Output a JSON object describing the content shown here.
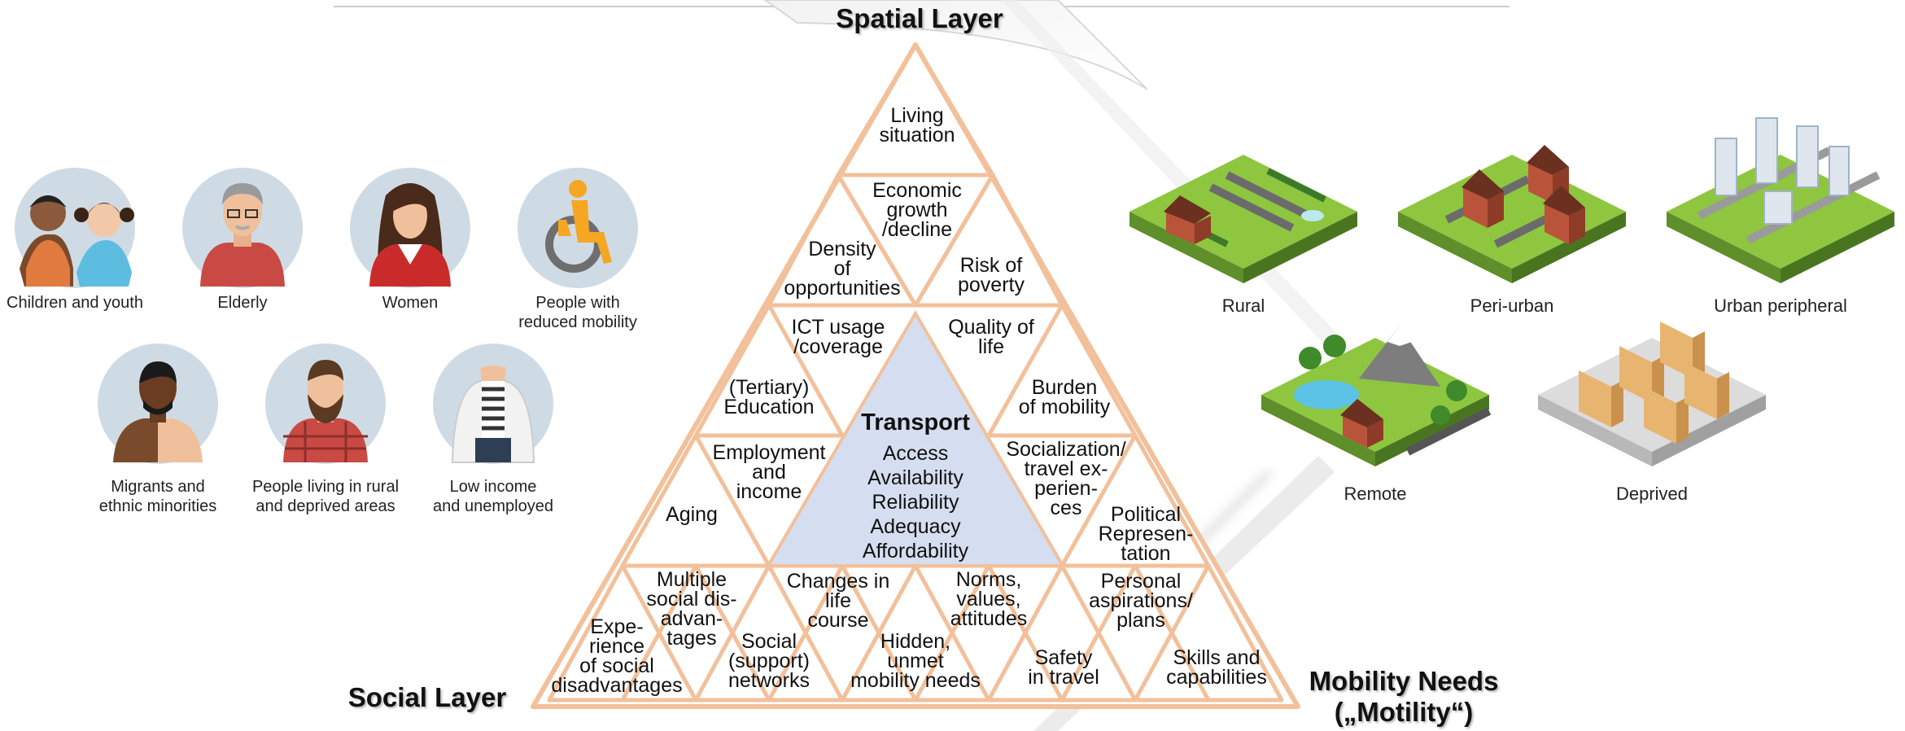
{
  "layers": {
    "spatial": "Spatial Layer",
    "social": "Social Layer",
    "mobility": "Mobility Needs\n(„Motility“)"
  },
  "center": {
    "title": "Transport",
    "items": [
      "Access",
      "Availability",
      "Reliability",
      "Adequacy",
      "Affordability"
    ]
  },
  "cells": {
    "living": [
      "Living",
      "situation"
    ],
    "economic": [
      "Economic",
      "growth",
      "/decline"
    ],
    "density": [
      "Density",
      "of",
      "opportunities"
    ],
    "poverty": [
      "Risk of",
      "poverty"
    ],
    "ict": [
      "ICT usage",
      "/coverage"
    ],
    "quality": [
      "Quality of",
      "life"
    ],
    "education": [
      "(Tertiary)",
      "Education"
    ],
    "burden": [
      "Burden",
      "of mobility"
    ],
    "aging": [
      "Aging"
    ],
    "employment": [
      "Employment",
      "and",
      "income"
    ],
    "socialization": [
      "Socialization/",
      "travel ex-",
      "perien-",
      "ces"
    ],
    "political": [
      "Political",
      "Represen-",
      "tation"
    ],
    "experience": [
      "Expe-",
      "rience",
      "of social",
      "disadvantages"
    ],
    "multiple": [
      "Multiple",
      "social dis-",
      "advan-",
      "tages"
    ],
    "social_networks": [
      "Social",
      "(support)",
      "networks"
    ],
    "changes": [
      "Changes in",
      "life",
      "course"
    ],
    "hidden": [
      "Hidden,",
      "unmet",
      "mobility needs"
    ],
    "norms": [
      "Norms,",
      "values,",
      "attitudes"
    ],
    "safety": [
      "Safety",
      "in travel"
    ],
    "aspirations": [
      "Personal",
      "aspirations/",
      "plans"
    ],
    "skills": [
      "Skills and",
      "capabilities"
    ]
  },
  "groups": [
    {
      "id": "children",
      "label": "Children and youth"
    },
    {
      "id": "elderly",
      "label": "Elderly"
    },
    {
      "id": "women",
      "label": "Women"
    },
    {
      "id": "reduced",
      "label": "People with\nreduced mobility"
    },
    {
      "id": "migrants",
      "label": "Migrants and\nethnic minorities"
    },
    {
      "id": "rural_people",
      "label": "People living in rural\nand deprived areas"
    },
    {
      "id": "lowincome",
      "label": "Low income\nand unemployed"
    }
  ],
  "areas": [
    {
      "id": "rural",
      "label": "Rural"
    },
    {
      "id": "periurban",
      "label": "Peri-urban"
    },
    {
      "id": "urbanperipheral",
      "label": "Urban peripheral"
    },
    {
      "id": "remote",
      "label": "Remote"
    },
    {
      "id": "deprived",
      "label": "Deprived"
    }
  ],
  "colors": {
    "triangle_stroke": "#f2c09a",
    "center_fill": "#d5def0",
    "avatar_bg": "#cfdbe4",
    "grass": "#8ec63f",
    "building_brick": "#b9543a",
    "building_beige": "#e8b570"
  }
}
